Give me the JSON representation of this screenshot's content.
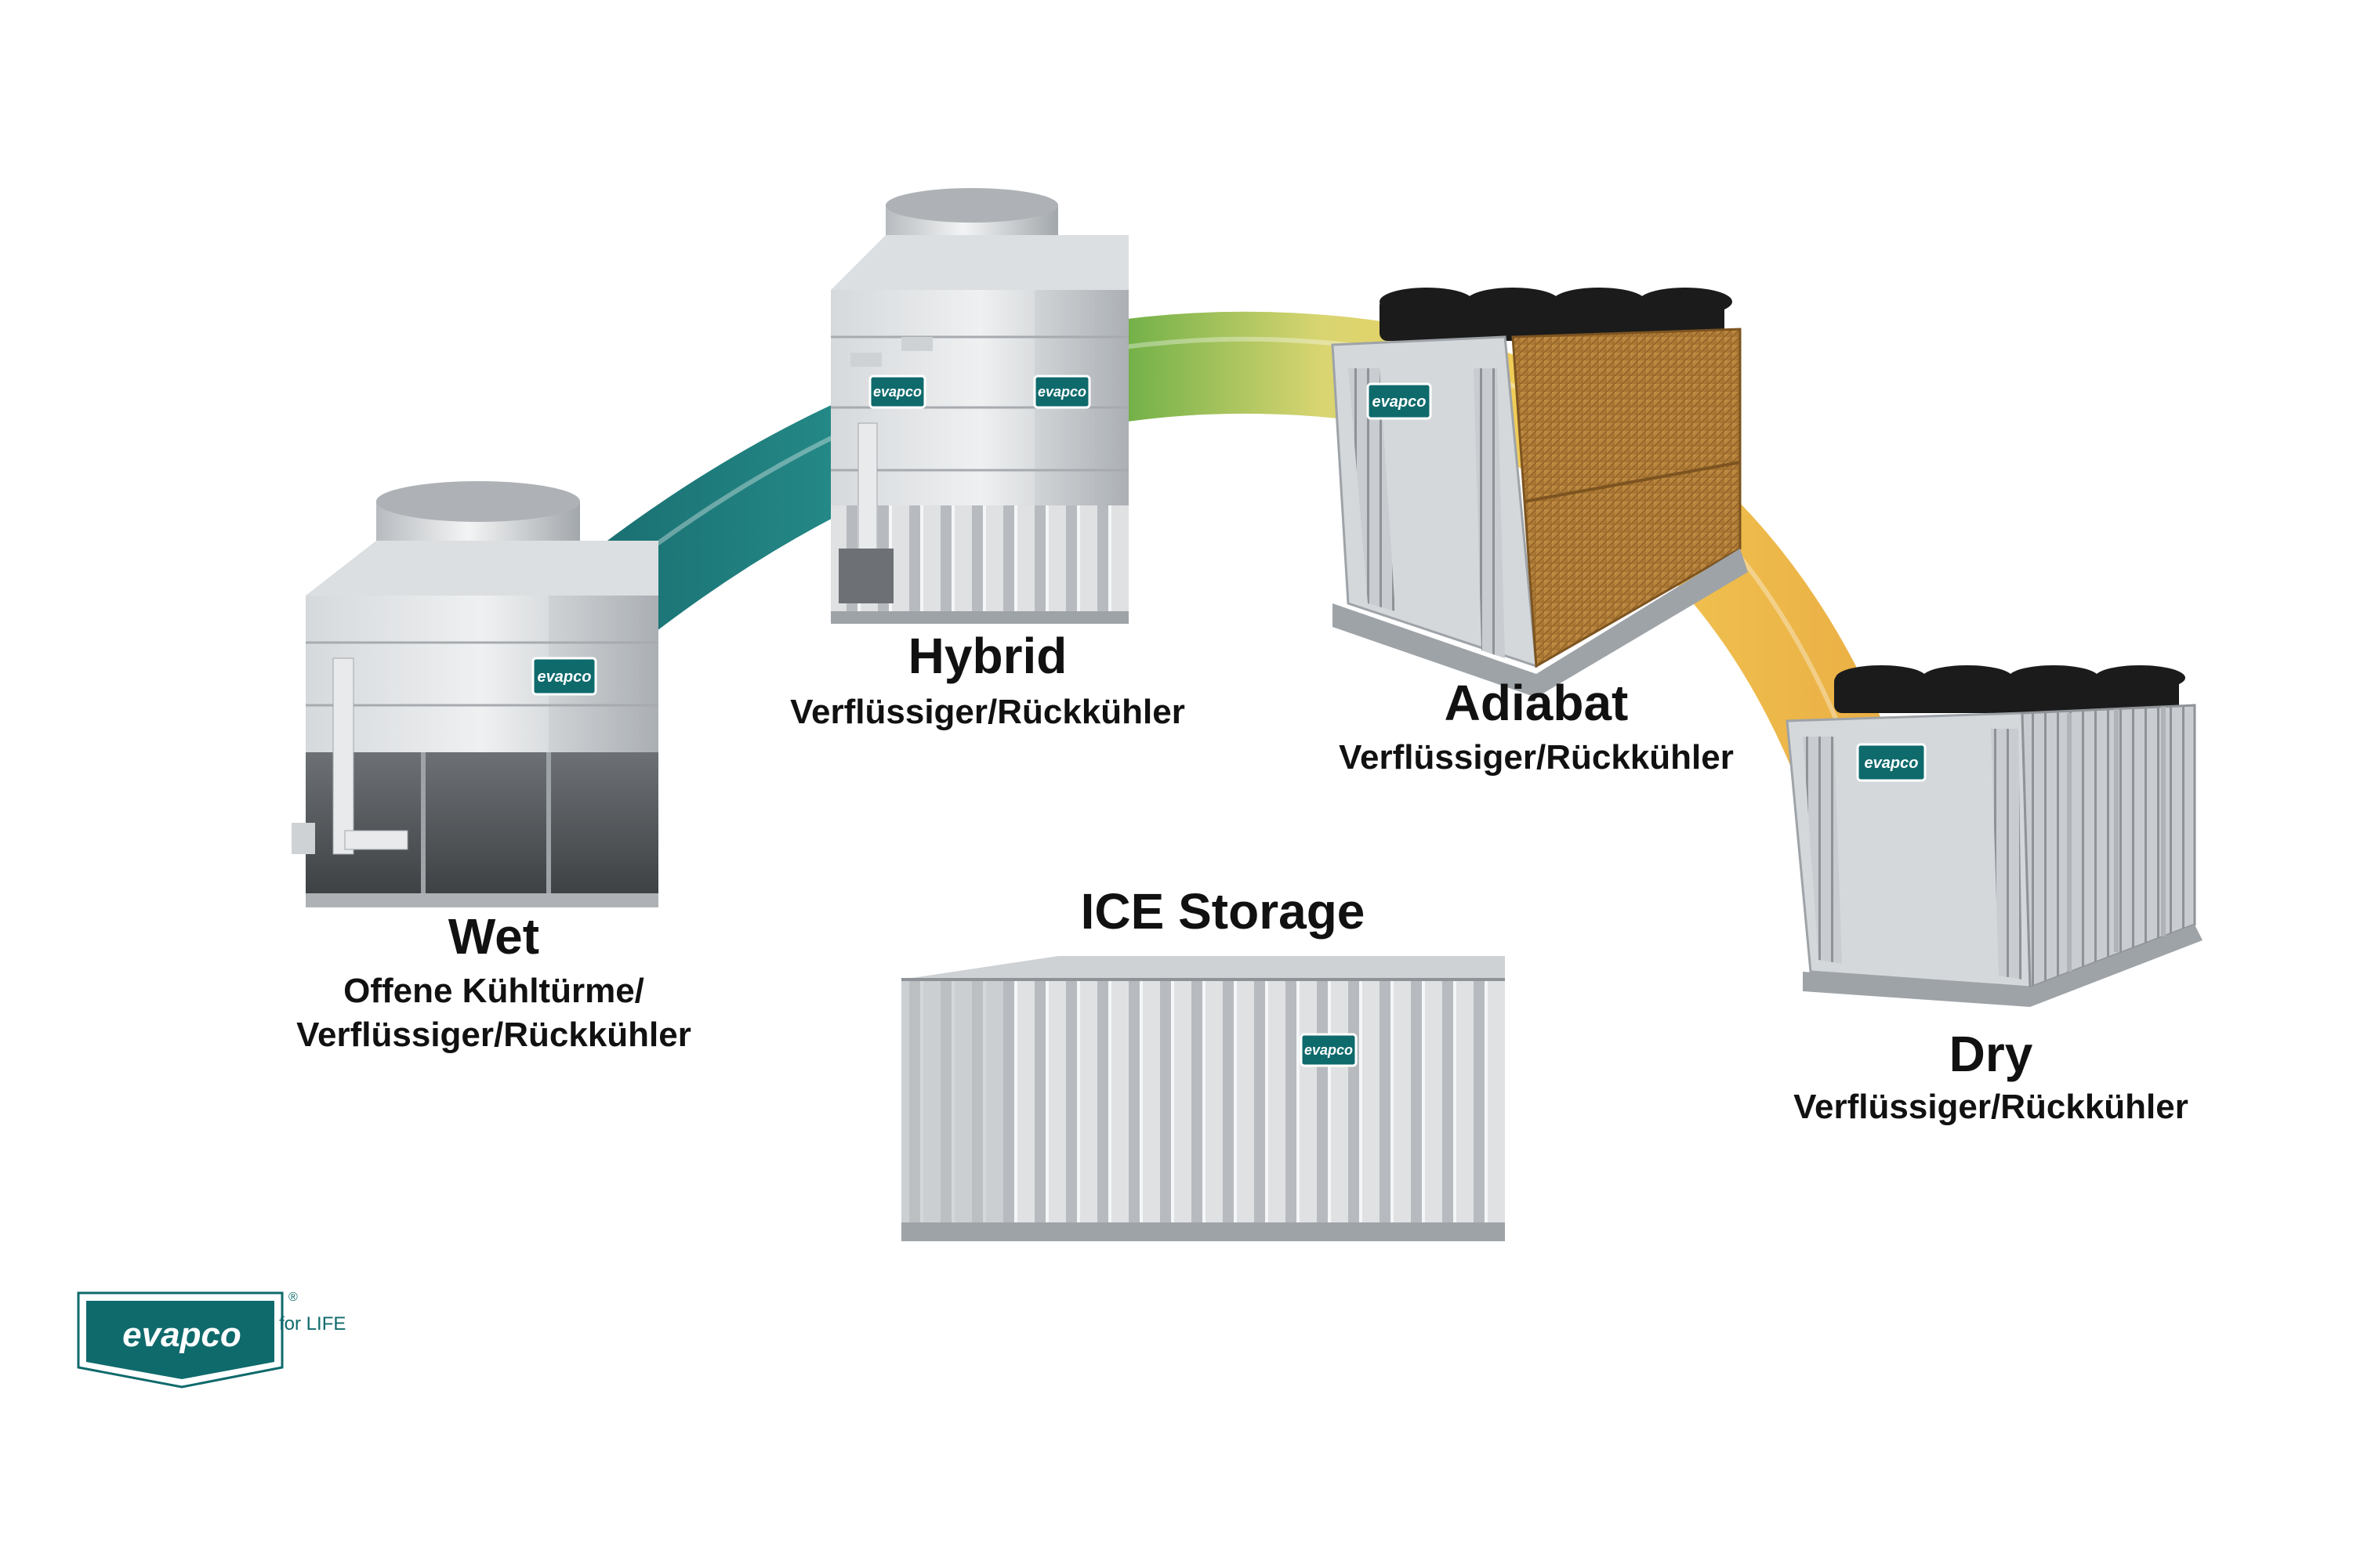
{
  "colors": {
    "arc_teal": "#0f6a6c",
    "arc_green": "#5fa83a",
    "arc_yellow": "#f2c94c",
    "arc_orange": "#e9a93a",
    "brand_teal": "#0f6a6c",
    "steel_light": "#e4e6e8",
    "steel_dark": "#9ea3a8",
    "pad_brown": "#b5823b",
    "fan_black": "#1b1b1b",
    "text": "#111111"
  },
  "products": [
    {
      "id": "wet",
      "title": "Wet",
      "subtitle_lines": [
        "Offene Kühltürme/",
        "Verflüssiger/Rückkühler"
      ],
      "icon": "cooling-tower-image"
    },
    {
      "id": "hybrid",
      "title": "Hybrid",
      "subtitle_lines": [
        "Verflüssiger/Rückkühler"
      ],
      "icon": "hybrid-cooler-image"
    },
    {
      "id": "adiabat",
      "title": "Adiabat",
      "subtitle_lines": [
        "Verflüssiger/Rückkühler"
      ],
      "icon": "adiabatic-cooler-image"
    },
    {
      "id": "dry",
      "title": "Dry",
      "subtitle_lines": [
        "Verflüssiger/Rückkühler"
      ],
      "icon": "dry-cooler-image"
    },
    {
      "id": "ice",
      "title": "ICE Storage",
      "subtitle_lines": [],
      "icon": "ice-storage-tank-image"
    }
  ],
  "unit_badge_text": "evapco",
  "footer_logo": {
    "brand": "evapco",
    "tagline": "for LIFE",
    "registered_mark": "®"
  }
}
